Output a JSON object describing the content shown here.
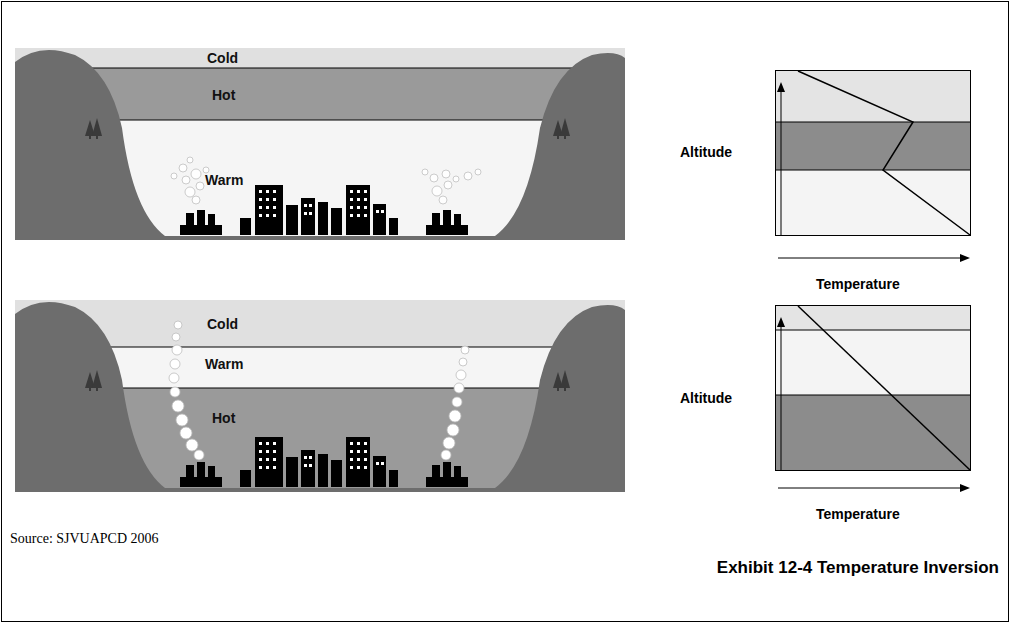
{
  "diagram": {
    "caption": "Exhibit 12-4 Temperature Inversion",
    "nodes": [
      {
        "text": [
          "Cold"
        ]
      },
      {
        "text": [
          "Hot"
        ]
      },
      {
        "text": [
          "Warm"
        ]
      },
      {
        "text": [
          "Cold"
        ]
      },
      {
        "text": [
          "Warm"
        ]
      },
      {
        "text": [
          "Hot"
        ]
      }
    ],
    "labels": [
      "Altitude",
      "Temperature",
      "Altitude",
      "Temperature",
      "Source: SJVUAPCD 2006"
    ]
  }
}
